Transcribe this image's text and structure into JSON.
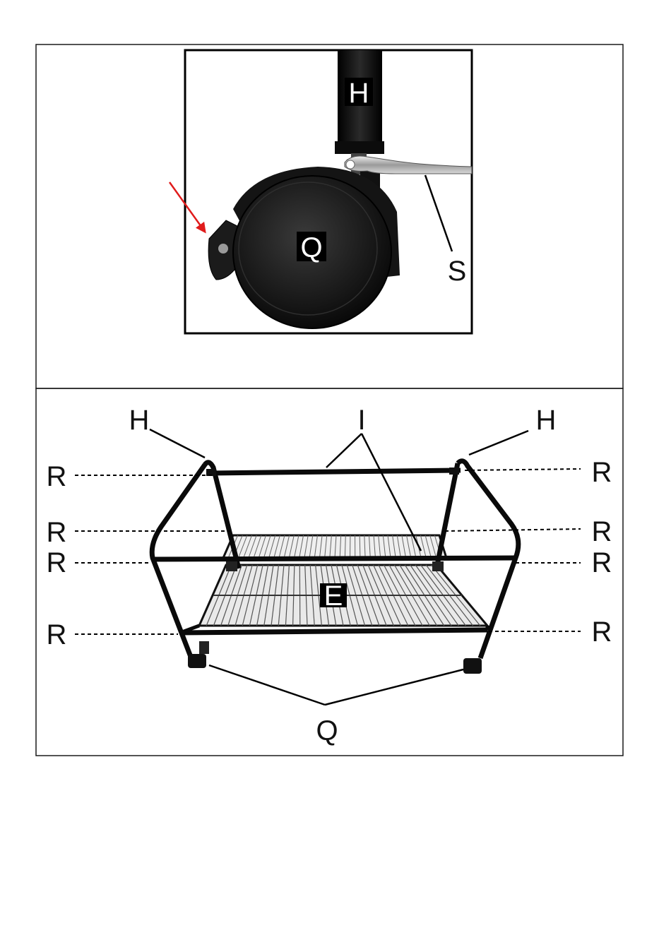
{
  "panels": {
    "top": {
      "labels": {
        "H": "H",
        "Q": "Q",
        "S": "S"
      }
    },
    "bottom": {
      "labels": {
        "H_left": "H",
        "H_right": "H",
        "I": "I",
        "E": "E",
        "Q": "Q",
        "R_left_1": "R",
        "R_left_2": "R",
        "R_left_3": "R",
        "R_left_4": "R",
        "R_right_1": "R",
        "R_right_2": "R",
        "R_right_3": "R",
        "R_right_4": "R"
      }
    }
  },
  "colors": {
    "arrow": "#e01b1b",
    "frame": "#1a1a1a",
    "photo_bg": "#ffffff"
  }
}
